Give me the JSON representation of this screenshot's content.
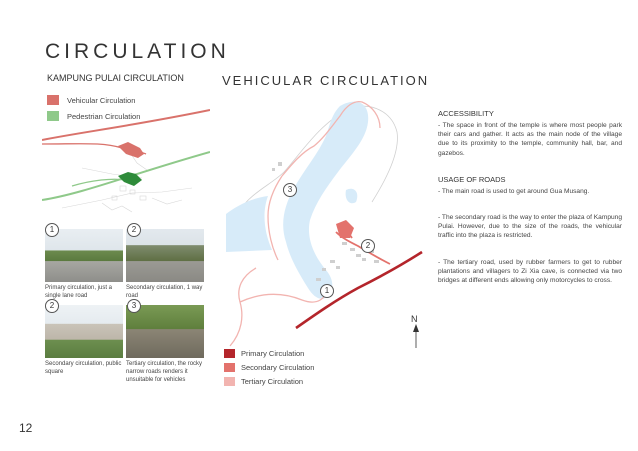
{
  "page": {
    "title": "CIRCULATION",
    "subtitle": "KAMPUNG PULAI CIRCULATION",
    "page_number": "12"
  },
  "colors": {
    "vehicular": "#d9726b",
    "pedestrian": "#8fc98a",
    "primary": "#b4252b",
    "secondary": "#e3726c",
    "tertiary": "#f2b4b0",
    "river": "#d7ebf9"
  },
  "left_legend": [
    {
      "label": "Vehicular Circulation",
      "color": "#d9726b"
    },
    {
      "label": "Pedestrian Circulation",
      "color": "#8fc98a"
    }
  ],
  "photos": [
    {
      "number": "1",
      "caption": "Primary circulation, just a single lane road"
    },
    {
      "number": "2",
      "caption": "Secondary circulation, 1 way road"
    },
    {
      "number": "2",
      "caption": "Secondary circulation, public square"
    },
    {
      "number": "3",
      "caption": "Tertiary circulation, the rocky narrow roads renders it unsuitable for vehicles"
    }
  ],
  "map": {
    "title": "VEHICULAR CIRCULATION",
    "markers": [
      "3",
      "2",
      "1"
    ],
    "north": "N",
    "legend": [
      {
        "label": "Primary Circulation",
        "color": "#b4252b"
      },
      {
        "label": "Secondary Circulation",
        "color": "#e3726c"
      },
      {
        "label": "Tertiary Circulation",
        "color": "#f2b4b0"
      }
    ]
  },
  "notes": {
    "accessibility_heading": "ACCESSIBILITY",
    "accessibility_text": "- The space in front of the temple is where most people park their cars and gather. It acts as the main node of the village due to its proximity to the temple, community hall, bar, and gazebos.",
    "roads_heading": "USAGE OF ROADS",
    "roads_p1": "- The main road is used to get around Gua Musang.",
    "roads_p2": "- The secondary road is the way to enter the plaza of Kampung Pulai. However, due to the size of the roads, the vehicular traffic into the plaza is restricted.",
    "roads_p3": "- The tertiary road, used by rubber farmers to get to rubber plantations and villagers to Zi Xia cave, is connected via two bridges at different ends allowing only motorcycles to cross."
  }
}
